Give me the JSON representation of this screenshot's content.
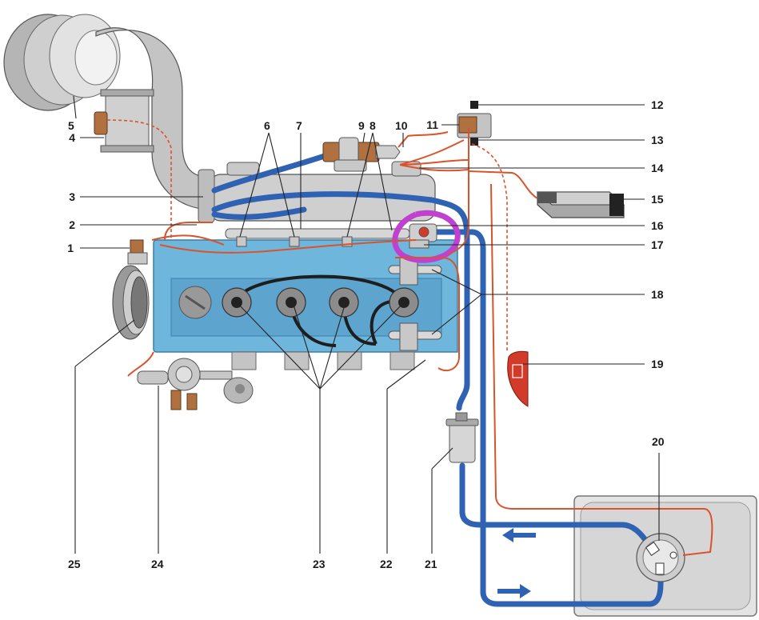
{
  "callouts": [
    "1",
    "2",
    "3",
    "4",
    "5",
    "6",
    "7",
    "8",
    "9",
    "10",
    "11",
    "12",
    "13",
    "14",
    "15",
    "16",
    "17",
    "18",
    "19",
    "20",
    "21",
    "22",
    "23",
    "24",
    "25"
  ],
  "colors": {
    "engine_cover": "#6fb6dc",
    "engine_cover_edge": "#3b7fa8",
    "fuel_line": "#2f62b3",
    "wiring": "#d9532b",
    "highlight_circle": "#c040d0",
    "metal": "#c8c8c8",
    "ecu": "#8a8a8a",
    "sensor_red": "#d23a2a"
  },
  "icons": {
    "flow_arrow_left": "arrow-left-icon",
    "flow_arrow_right": "arrow-right-icon"
  }
}
